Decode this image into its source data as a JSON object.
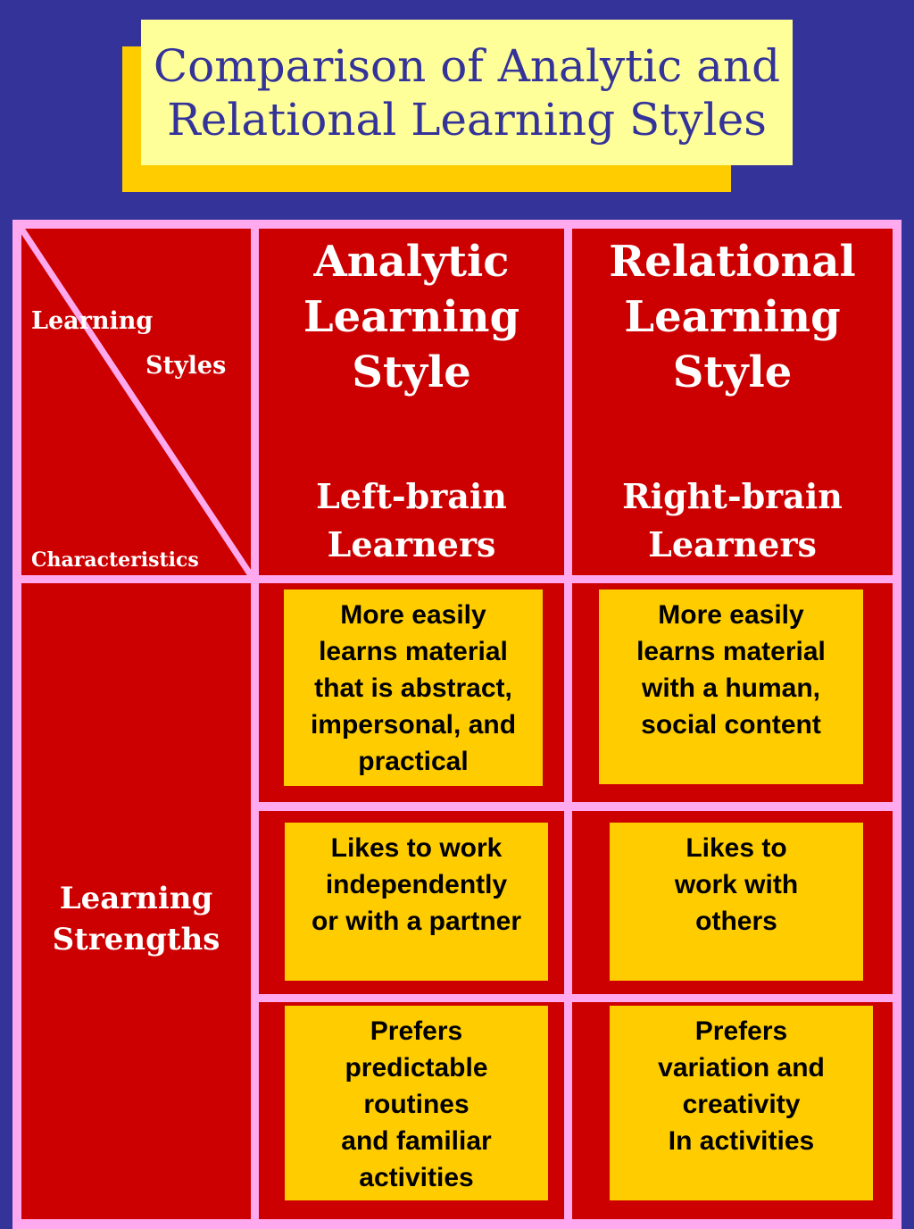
{
  "title": {
    "line1": "Comparison of Analytic and",
    "line2": "Relational Learning Styles"
  },
  "corner": {
    "learning": "Learning",
    "styles": "Styles",
    "characteristics": "Characteristics"
  },
  "columns": [
    {
      "heading": [
        "Analytic",
        "Learning",
        "Style"
      ],
      "subheading": [
        "Left-brain",
        "Learners"
      ]
    },
    {
      "heading": [
        "Relational",
        "Learning",
        "Style"
      ],
      "subheading": [
        "Right-brain",
        "Learners"
      ]
    }
  ],
  "row_label": [
    "Learning",
    "Strengths"
  ],
  "rows": [
    {
      "analytic": [
        "More easily",
        "learns material",
        "that is abstract,",
        "impersonal, and",
        "practical"
      ],
      "relational": [
        "More easily",
        "learns material",
        "with a human,",
        "social content"
      ]
    },
    {
      "analytic": [
        "Likes to work",
        "independently",
        "or with a partner"
      ],
      "relational": [
        "Likes to",
        "work with",
        "others"
      ]
    },
    {
      "analytic": [
        "Prefers",
        "predictable",
        "routines",
        "and familiar",
        "activities"
      ],
      "relational": [
        "Prefers",
        "variation and",
        "creativity",
        "In activities"
      ]
    }
  ],
  "colors": {
    "background": "#343399",
    "title_box": "#ffff99",
    "title_shadow": "#ffcc00",
    "table_border": "#ffaaee",
    "cell_red": "#cc0000",
    "content_box": "#ffcc00"
  }
}
